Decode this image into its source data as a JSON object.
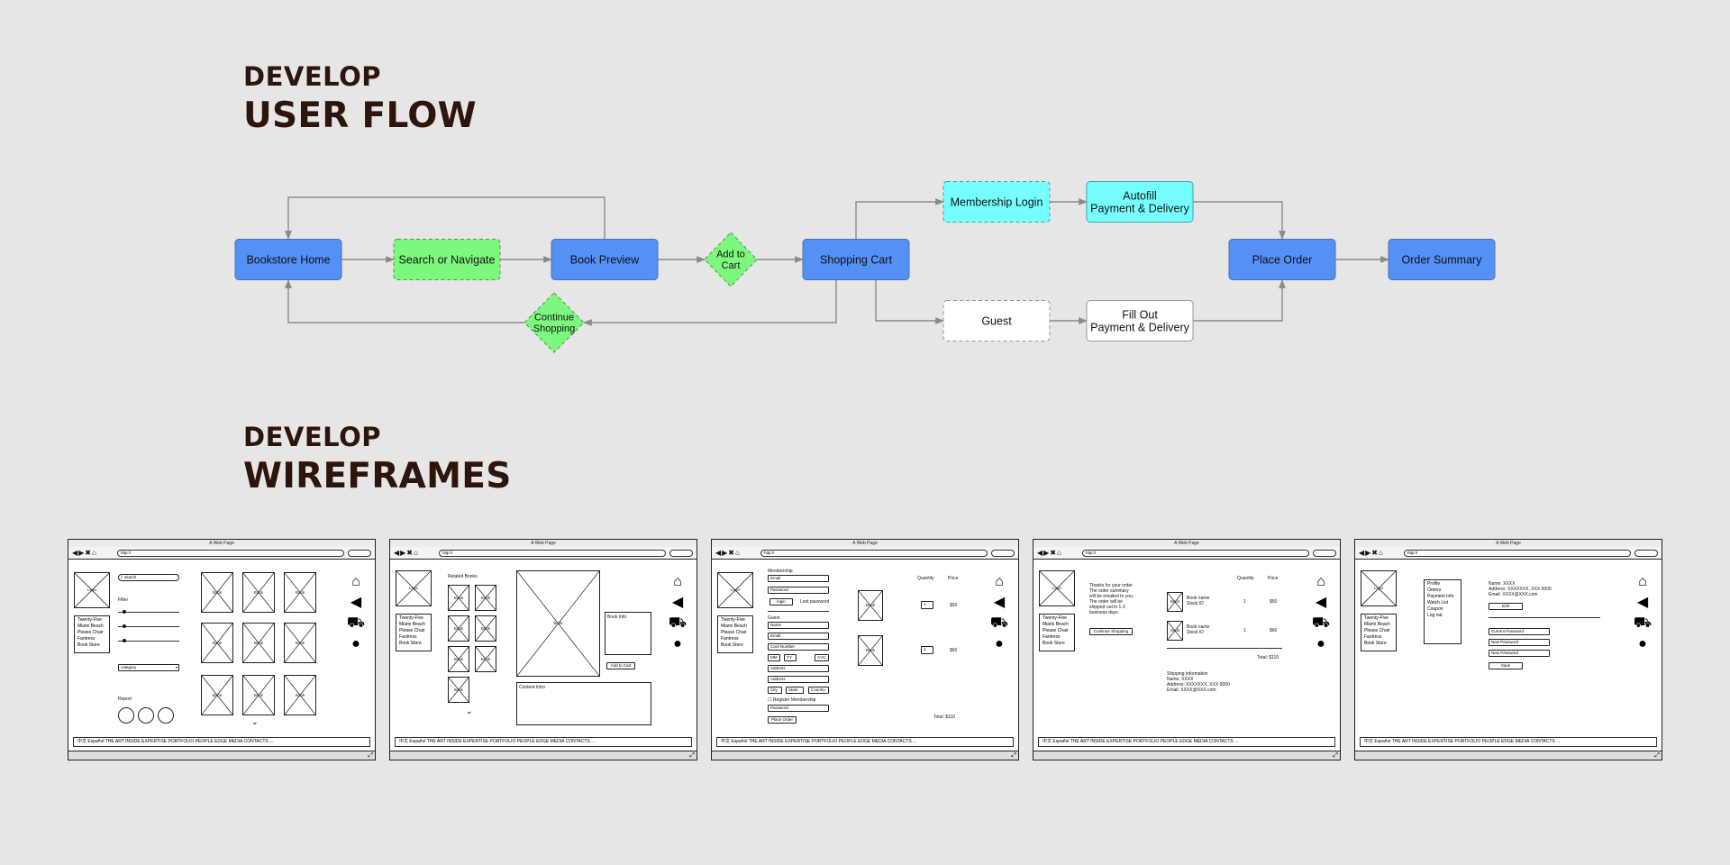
{
  "headings": {
    "flow_small": "DEVELOP",
    "flow_large": "USER FLOW",
    "wf_small": "DEVELOP",
    "wf_large": "WIREFRAMES"
  },
  "colors": {
    "background": "#e6e6e6",
    "heading": "#2e150b",
    "blue_node": "#5590f5",
    "green_node": "#7df77d",
    "cyan_node": "#77ffff",
    "white_node": "#ffffff",
    "connector": "#8a8a8a"
  },
  "flow": {
    "nodes": [
      {
        "id": "home",
        "label": [
          "Bookstore Home"
        ],
        "shape": "rect",
        "style": "blue"
      },
      {
        "id": "search",
        "label": [
          "Search or Navigate"
        ],
        "shape": "rect",
        "style": "green-dashed"
      },
      {
        "id": "preview",
        "label": [
          "Book Preview"
        ],
        "shape": "rect",
        "style": "blue"
      },
      {
        "id": "addcart",
        "label": [
          "Add to",
          "Cart"
        ],
        "shape": "diamond",
        "style": "green-dashed"
      },
      {
        "id": "cart",
        "label": [
          "Shopping Cart"
        ],
        "shape": "rect",
        "style": "blue"
      },
      {
        "id": "continue",
        "label": [
          "Continue",
          "Shopping"
        ],
        "shape": "diamond",
        "style": "green-dashed"
      },
      {
        "id": "login",
        "label": [
          "Membership Login"
        ],
        "shape": "rect",
        "style": "cyan-dashed"
      },
      {
        "id": "autofill",
        "label": [
          "Autofill",
          "Payment & Delivery"
        ],
        "shape": "rect",
        "style": "cyan"
      },
      {
        "id": "guest",
        "label": [
          "Guest"
        ],
        "shape": "rect",
        "style": "white-dashed"
      },
      {
        "id": "fillout",
        "label": [
          "Fill Out",
          "Payment & Delivery"
        ],
        "shape": "rect",
        "style": "white"
      },
      {
        "id": "place",
        "label": [
          "Place Order"
        ],
        "shape": "rect",
        "style": "blue"
      },
      {
        "id": "summary",
        "label": [
          "Order Summary"
        ],
        "shape": "rect",
        "style": "blue"
      }
    ],
    "edges": [
      {
        "from": "home",
        "to": "search"
      },
      {
        "from": "search",
        "to": "preview"
      },
      {
        "from": "preview",
        "to": "home"
      },
      {
        "from": "preview",
        "to": "addcart"
      },
      {
        "from": "addcart",
        "to": "cart"
      },
      {
        "from": "cart",
        "to": "continue"
      },
      {
        "from": "continue",
        "to": "home"
      },
      {
        "from": "cart",
        "to": "login"
      },
      {
        "from": "login",
        "to": "autofill"
      },
      {
        "from": "autofill",
        "to": "place"
      },
      {
        "from": "cart",
        "to": "guest"
      },
      {
        "from": "guest",
        "to": "fillout"
      },
      {
        "from": "fillout",
        "to": "place"
      },
      {
        "from": "place",
        "to": "summary"
      }
    ]
  },
  "wireframe_common": {
    "window_title": "A Web Page",
    "url": "http://",
    "footer": "中文  Español   THE ART INSIDE   EXPERTISE   PORTFOLIO   PEOPLE   EDGE   MEDIA   CONTACTS   ...",
    "logo": "Logo",
    "book": "Book",
    "side_list": [
      "Twenty-Five",
      "Miami Beach",
      "Please Chair",
      "Fantress",
      "Book Store"
    ]
  },
  "wireframes": {
    "w1": {
      "search_placeholder": "search",
      "filter_label": "Filter",
      "category": "category",
      "report_label": "Report"
    },
    "w2": {
      "related_books": "Related Books",
      "book_info": "Book Info",
      "add_to_cart": "Add to Cart",
      "content_intro": "Content Intro"
    },
    "w3": {
      "membership": "Membership",
      "email": "Email",
      "password": "Password",
      "login": "login",
      "lost_password": "Lost password",
      "guest": "Guest",
      "name": "Name",
      "card_number": "Card Number",
      "mm": "MM",
      "yy": "YY",
      "cvc": "CVC",
      "address": "Address",
      "city": "City",
      "state": "State",
      "country": "Country",
      "register_membership": "Register Membership",
      "place_order": "Place Order",
      "quantity": "Quantity",
      "price": "Price",
      "qty1": "1",
      "qty2": "1",
      "price1": "$50",
      "price2": "$60",
      "total": "Total: $110"
    },
    "w4": {
      "thanks": [
        "Thanks for your order.",
        "The order summary",
        "will be emailed to you.",
        "The order will be",
        "shipped out in 1-2",
        "business days"
      ],
      "continue_shopping": "Continue Shopping",
      "quantity": "Quantity",
      "price": "Price",
      "book_name": "Book name",
      "stock_id": "Stock ID",
      "qty1": "1",
      "qty2": "1",
      "price1": "$50",
      "price2": "$60",
      "total": "Total: $110",
      "shipping_info": [
        "Shipping information",
        "Name: XXXX",
        "Address: XXXXXXX, XXX 0000",
        "Email: XXXX@XXX.com"
      ]
    },
    "w5": {
      "menu": [
        "Profile",
        "Orders",
        "Payment Info",
        "Watch List",
        "Coupon",
        "Log out"
      ],
      "profile": [
        "Name: XXXX",
        "Address: XXXXXXX, XXX 0000",
        "Email: XXXX@XXX.com"
      ],
      "edit": "Edit",
      "current_password": "Current Password",
      "new_password": "New Password",
      "new_password2": "New Password",
      "save": "Save"
    }
  }
}
